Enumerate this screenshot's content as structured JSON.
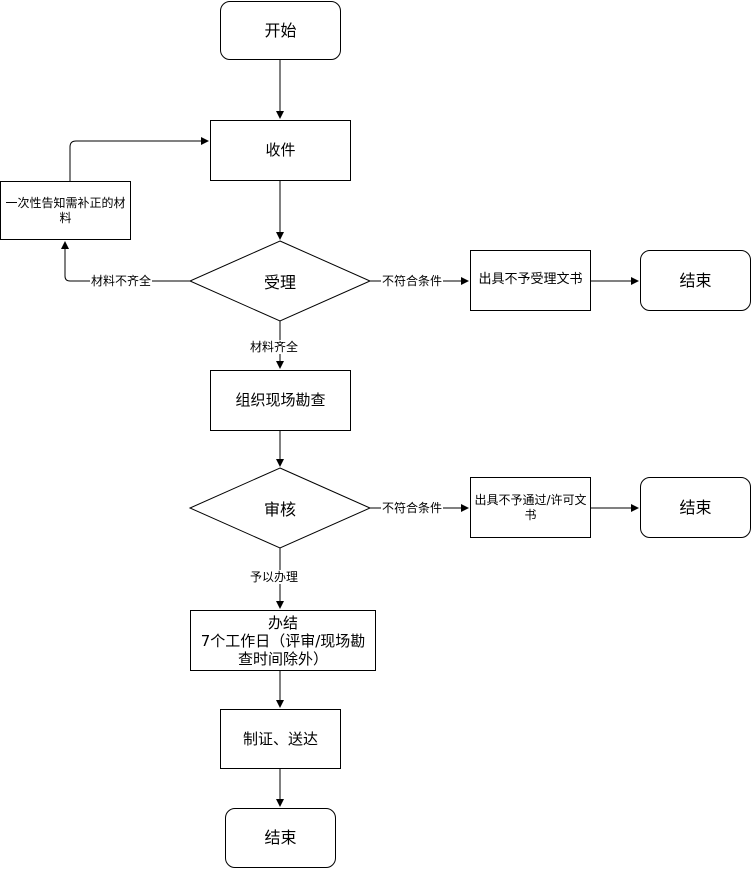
{
  "nodes": {
    "start": "开始",
    "receive": "收件",
    "notify_correction": "一次性告知需补正的材料",
    "accept": "受理",
    "reject_doc": "出具不予受理文书",
    "end_reject": "结束",
    "inspection": "组织现场勘查",
    "review": "审核",
    "deny_doc": "出具不予通过/许可文书",
    "end_deny": "结束",
    "complete": "办结\n7个工作日（评审/现场勘查时间除外）",
    "certify": "制证、送达",
    "end": "结束"
  },
  "edge_labels": {
    "materials_incomplete": "材料不齐全",
    "not_qualified_accept": "不符合条件",
    "materials_complete": "材料齐全",
    "not_qualified_review": "不符合条件",
    "approve": "予以办理"
  }
}
